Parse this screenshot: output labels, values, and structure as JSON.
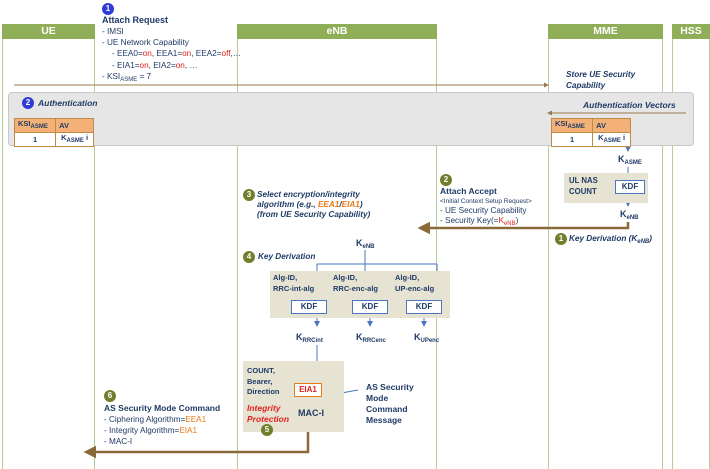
{
  "lanes": {
    "ue": "UE",
    "enb": "eNB",
    "mme": "MME",
    "hss": "HSS"
  },
  "steps": {
    "s1": "1",
    "s2": "2",
    "s3": "3",
    "s4": "4",
    "s5": "5",
    "s6": "6",
    "auth_num": "2",
    "attach_accept_num": "2",
    "kd_mme_num": "1"
  },
  "attach_request": {
    "title": "Attach Request",
    "imsi": "- IMSI",
    "ue_cap": "- UE Network Capability",
    "eea_prefix": "- EEA0=",
    "on": "on",
    "off": "off",
    "eea1": ", EEA1=",
    "eea2": ", EEA2=",
    "more": ",…",
    "eia_prefix": "- EIA1=",
    "eia2": ", EIA2=",
    "more2": ", …",
    "ksi": "- KSI",
    "ksi_sub": "ASME",
    "ksi_val": " = 7"
  },
  "mme_store": {
    "line1": "Store UE Security",
    "line2": "Capability"
  },
  "authentication": {
    "label": "Authentication",
    "vectors": "Authentication Vectors"
  },
  "table": {
    "h1": "KSI",
    "h1sub": "ASME",
    "h2": "AV",
    "v1": "1",
    "v2": "K",
    "v2sub": "ASME",
    "v2suffix": " i"
  },
  "mme_kdf": {
    "kasme": "K",
    "kasme_sub": "ASME",
    "ul1": "UL NAS",
    "ul2": "COUNT",
    "kdf": "KDF",
    "kenb": "K",
    "kenb_sub": "eNB"
  },
  "attach_accept": {
    "title": "Attach Accept",
    "sub": "<Initial Context Setup Request>",
    "cap": "- UE Security Capability",
    "key": "- Security Key(=",
    "key_k": "K",
    "key_sub": "eNB",
    ")": ")"
  },
  "key_derivation_mme": {
    "label": "Key Derivation (K",
    "sub": "eNB",
    "end": ")"
  },
  "select_alg": {
    "line1": "Select encryption/integrity",
    "line2a": "algorithm (e.g., ",
    "eea": "EEA1",
    "slash": "/",
    "eia": "EIA1",
    "line2b": ")",
    "line3": "(from UE Security Capability)"
  },
  "key_derivation_enb": {
    "label": "Key Derivation",
    "kenb": "K",
    "kenb_sub": "eNB"
  },
  "kdf_boxes": [
    {
      "l1": "Alg-ID,",
      "l2": "RRC-int-alg",
      "kdf": "KDF",
      "out": "K",
      "out_sub": "RRCint"
    },
    {
      "l1": "Alg-ID,",
      "l2": "RRC-enc-alg",
      "kdf": "KDF",
      "out": "K",
      "out_sub": "RRCenc"
    },
    {
      "l1": "Alg-ID,",
      "l2": "UP-enc-alg",
      "kdf": "KDF",
      "out": "K",
      "out_sub": "UPenc"
    }
  ],
  "integrity": {
    "count": "COUNT,",
    "bearer": "Bearer,",
    "direction": "Direction",
    "eia": "EIA1",
    "prot1": "Integrity",
    "prot2": "Protection",
    "maci": "MAC-I"
  },
  "as_msg": {
    "l1": "AS Security",
    "l2": "Mode",
    "l3": "Command",
    "l4": "Message"
  },
  "as_cmd": {
    "title": "AS Security Mode Command",
    "ciph": "- Ciphering Algorithm=",
    "ciph_v": "EEA1",
    "integ": "- Integrity Algorithm=",
    "integ_v": "EIA1",
    "maci": "- MAC-I"
  }
}
